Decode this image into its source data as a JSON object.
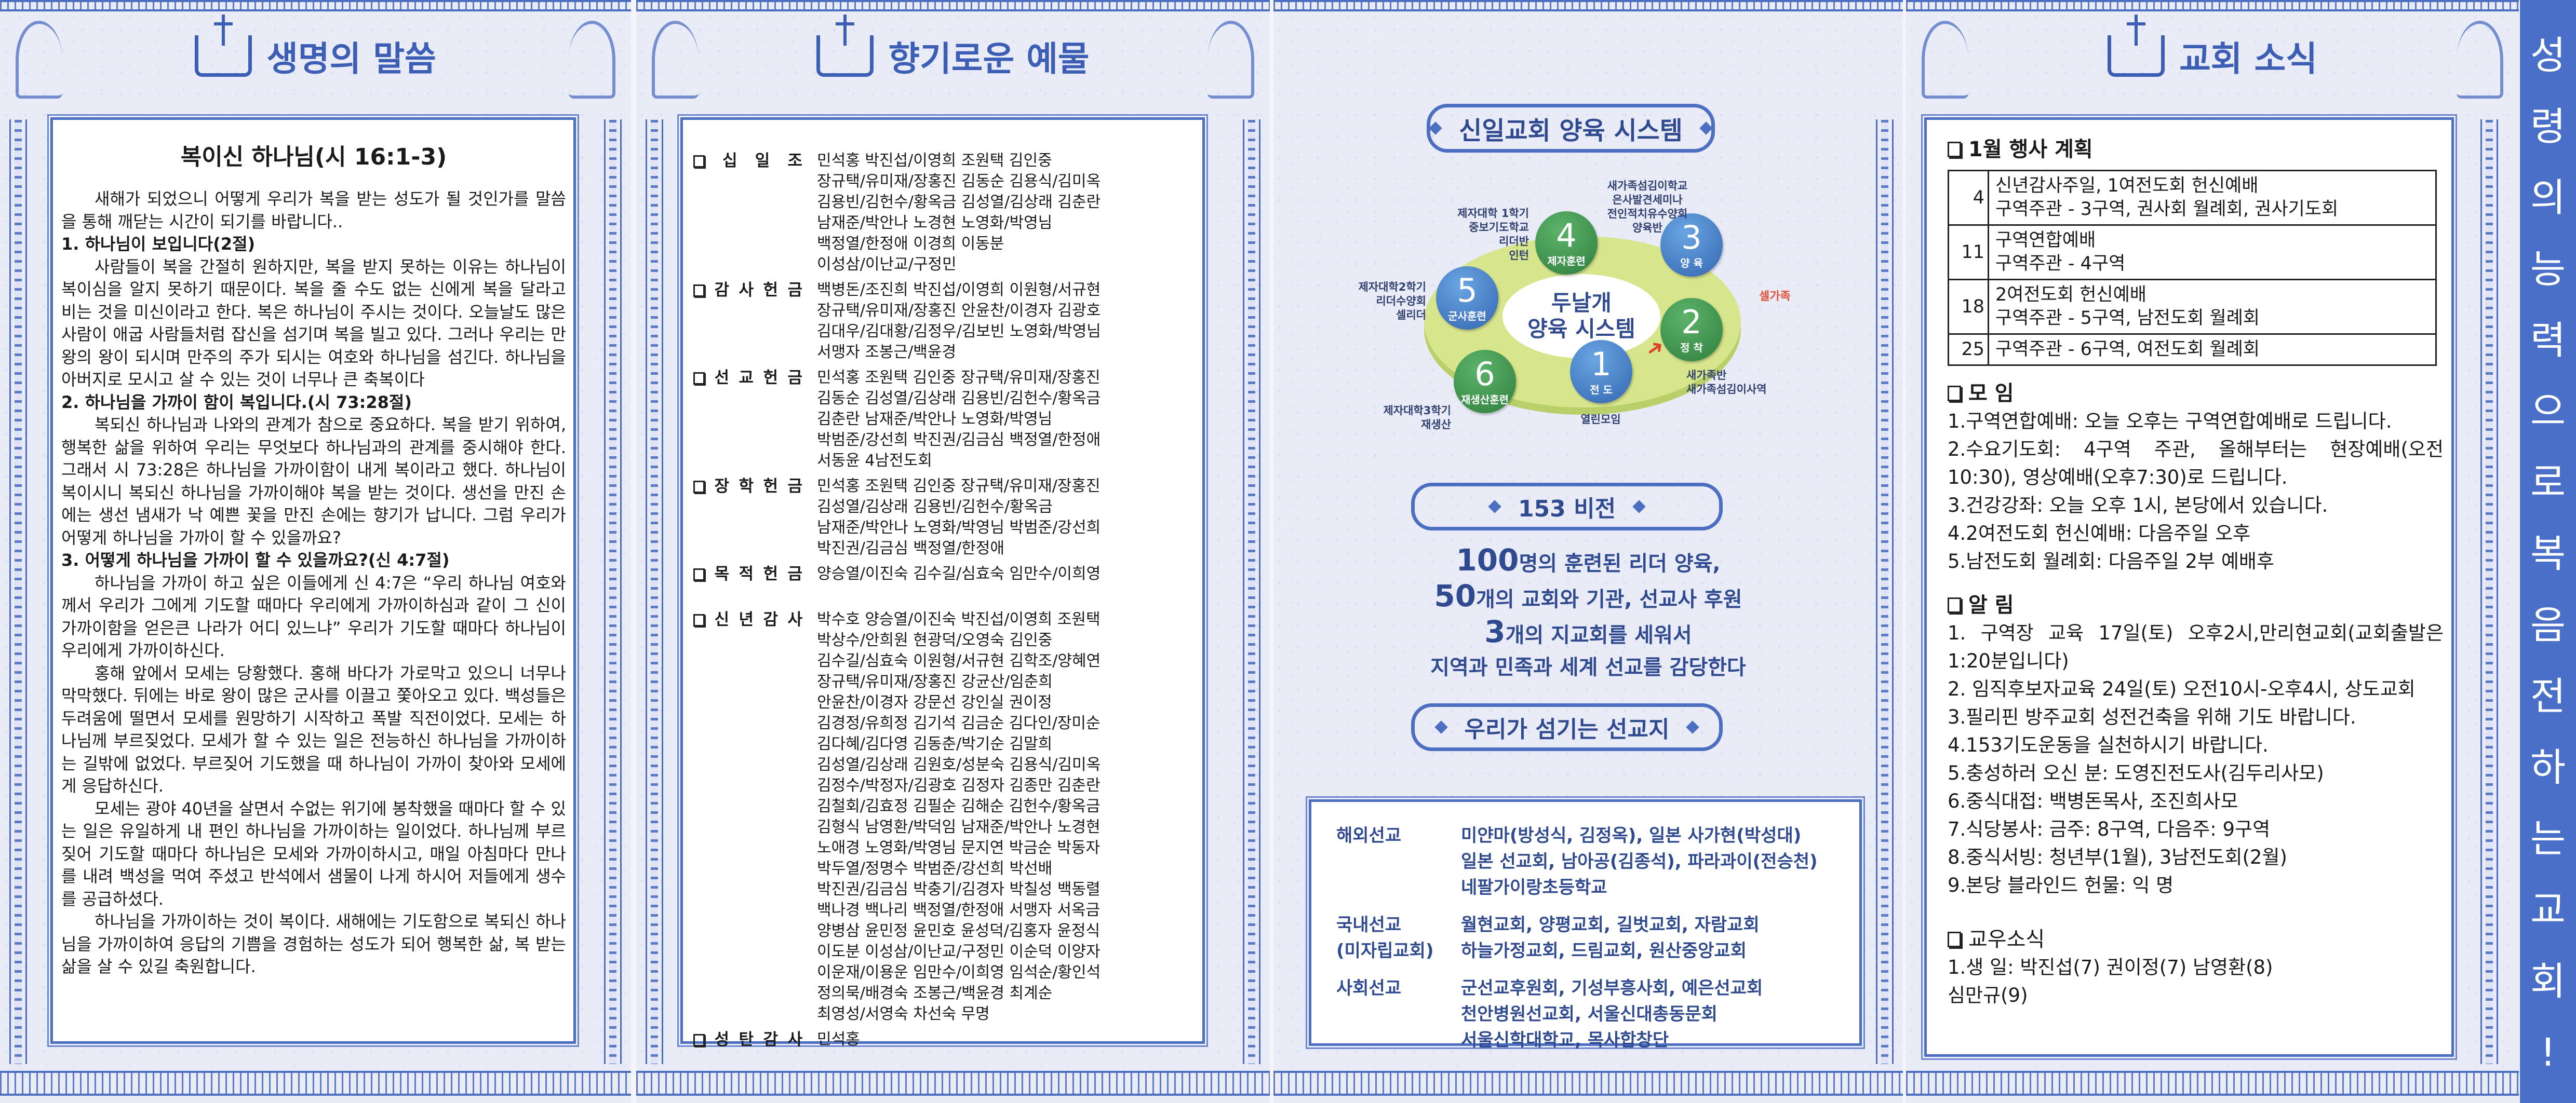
{
  "panel1": {
    "header": "생명의 말씀",
    "sermon_title": "복이신 하나님(시 16:1-3)",
    "blocks": [
      {
        "type": "p",
        "text": "새해가 되었으니 어떻게 우리가 복을 받는 성도가 될 것인가를 말씀을 통해 깨닫는 시간이 되기를 바랍니다.."
      },
      {
        "type": "h",
        "text": "1. 하나님이 보입니다(2절)"
      },
      {
        "type": "p",
        "text": "사람들이 복을 간절히 원하지만, 복을 받지 못하는 이유는 하나님이 복이심을 알지 못하기 때문이다. 복을 줄 수도 없는 신에게 복을 달라고 비는 것을 미신이라고 한다. 복은 하나님이 주시는 것이다. 오늘날도 많은 사람이 애굽 사람들처럼 잡신을 섬기며 복을 빌고 있다. 그러나 우리는 만왕의 왕이 되시며 만주의 주가 되시는 여호와 하나님을 섬긴다. 하나님을 아버지로 모시고 살 수 있는 것이 너무나 큰 축복이다"
      },
      {
        "type": "h",
        "text": "2. 하나님을 가까이 함이 복입니다.(시 73:28절)"
      },
      {
        "type": "p",
        "text": "복되신 하나님과 나와의 관계가 참으로 중요하다. 복을 받기 위하여, 행복한 삶을 위하여 우리는 무엇보다 하나님과의 관계를 중시해야 한다. 그래서 시 73:28은 하나님을 가까이함이 내게 복이라고 했다. 하나님이 복이시니 복되신 하나님을 가까이해야 복을 받는 것이다. 생선을 만진 손에는 생선 냄새가 낙 예쁜 꽃을 만진 손에는 향기가 납니다. 그럼 우리가 어떻게 하나님을 가까이 할 수 있을까요?"
      },
      {
        "type": "h",
        "text": "3. 어떻게 하나님을 가까이 할 수 있을까요?(신 4:7절)"
      },
      {
        "type": "p",
        "text": "하나님을 가까이 하고 싶은 이들에게 신 4:7은 “우리 하나님 여호와께서 우리가 그에게 기도할 때마다 우리에게 가까이하심과 같이 그 신이 가까이함을 얻은큰 나라가 어디 있느냐” 우리가 기도할 때마다 하나님이 우리에게 가까이하신다."
      },
      {
        "type": "p",
        "text": "홍해 앞에서 모세는 당황했다. 홍해 바다가 가로막고 있으니 너무나 막막했다. 뒤에는 바로 왕이 많은 군사를 이끌고 쫓아오고 있다. 백성들은 두려움에 떨면서 모세를 원망하기 시작하고 폭발 직전이었다. 모세는 하나님께 부르짖었다. 모세가 할 수 있는 일은 전능하신 하나님을 가까이하는 길밖에 없었다. 부르짖어 기도했을 때 하나님이 가까이 찾아와 모세에게 응답하신다."
      },
      {
        "type": "p",
        "text": "모세는 광야 40년을 살면서 수없는 위기에 봉착했을 때마다 할 수 있는 일은 유일하게 내 편인 하나님을 가까이하는 일이었다. 하나님께 부르짖어 기도할 때마다 하나님은 모세와 가까이하시고, 매일 아침마다 만나를 내려 백성을 먹여 주셨고 반석에서 샘물이 나게 하시어 저들에게 생수를 공급하셨다."
      },
      {
        "type": "p",
        "text": "하나님을 가까이하는 것이 복이다. 새해에는 기도함으로 복되신 하나님을 가까이하여 응답의 기쁨을 경험하는 성도가 되어 행복한 삶, 복 받는 삶을 살 수 있길 축원합니다."
      }
    ]
  },
  "panel2": {
    "header": "향기로운 예물",
    "sections": [
      {
        "label": "십 일 조",
        "lines": [
          "민석홍 박진섭/이영희 조원택 김인중",
          "장규택/유미재/장홍진 김동순 김용식/김미옥",
          "김용빈/김헌수/황옥금 김성열/김상래 김춘란",
          "남재준/박안나 노경현 노영화/박영님",
          "백정열/한정애 이경희 이동분",
          "이성삼/이난교/구정민"
        ]
      },
      {
        "label": "감 사 헌 금",
        "lines": [
          "백병돈/조진희 박진섭/이영희 이원형/서규현",
          "장규택/유미재/장홍진 안윤찬/이경자 김광호",
          "김대우/김대황/김정우/김보빈 노영화/박영님",
          "서맹자 조봉근/백윤경"
        ]
      },
      {
        "label": "선 교 헌 금",
        "lines": [
          "민석홍 조원택 김인중 장규택/유미재/장홍진",
          "김동순 김성열/김상래 김용빈/김헌수/황옥금",
          "김춘란 남재준/박안나 노영화/박영님",
          "박범준/강선희 박진권/김금심 백정열/한정애",
          "서동윤 4남전도회"
        ]
      },
      {
        "label": "장 학 헌 금",
        "lines": [
          "민석홍 조원택 김인중 장규택/유미재/장홍진",
          "김성열/김상래 김용빈/김헌수/황옥금",
          "남재준/박안나 노영화/박영님 박범준/강선희",
          "박진권/김금심 백정열/한정애"
        ]
      },
      {
        "label": "목 적 헌 금",
        "lines": [
          "양승열/이진숙 김수길/심효숙 임만수/이희영"
        ]
      },
      {
        "label": "신 년 감 사",
        "lines": [
          "박수호 양승열/이진숙 박진섭/이영희 조원택",
          "박상수/안희원 현광덕/오영숙 김인중",
          "김수길/심효숙 이원형/서규현 김학조/양혜연",
          "장규택/유미재/장홍진 강균산/임춘희",
          "안윤찬/이경자 강문선 강인실 권이정",
          "김경정/유희정 김기석 김금순 김다인/장미순",
          "김다혜/김다영 김동춘/박기순 김말희",
          "김성열/김상래 김원호/성분숙 김용식/김미옥",
          "김정수/박정자/김광호 김정자 김종만 김춘란",
          "김철회/김효정 김필순 김해순 김헌수/황옥금",
          "김형식 남영환/박덕임 남재준/박안나 노경현",
          "노애경 노영화/박영님 문지연 박금순 박동자",
          "박두열/정명수 박범준/강선희 박선배",
          "박진권/김금심 박충기/김경자 박칠성 백동렬",
          "백나경 백나리 백정열/한정애 서맹자 서옥금",
          "양병삼 윤민정 윤민호 윤성덕/김홍자 윤정식",
          "이도분 이성삼/이난교/구정민 이순덕 이양자",
          "이운재/이용운 임만수/이희영 임석순/황인석",
          "정의묵/배경숙 조봉근/백윤경 최계순",
          "최영성/서영숙 차선숙 무명"
        ]
      },
      {
        "label": "성 탄 감 사",
        "lines": [
          "민석홍"
        ]
      }
    ]
  },
  "panel3": {
    "system_title": "신일교회 양육 시스템",
    "center_line1": "두날개",
    "center_line2": "양육 시스템",
    "cell_family": "셀가족",
    "nodes": [
      {
        "num": "1",
        "label": "전 도",
        "desc": [
          "열린모임"
        ]
      },
      {
        "num": "2",
        "label": "정 착",
        "desc": [
          "새가족반",
          "새가족섬김이사역"
        ]
      },
      {
        "num": "3",
        "label": "양 육",
        "desc": [
          "새가족섬김이학교",
          "은사발견세미나",
          "전인적치유수양회",
          "양육반"
        ]
      },
      {
        "num": "4",
        "label": "제자훈련",
        "desc": [
          "제자대학 1학기",
          "중보기도학교",
          "리더반",
          "인턴"
        ]
      },
      {
        "num": "5",
        "label": "군사훈련",
        "desc": [
          "제자대학2학기",
          "리더수양회",
          "셀리더"
        ]
      },
      {
        "num": "6",
        "label": "재생산훈련",
        "desc": [
          "제자대학3학기",
          "재생산"
        ]
      }
    ],
    "vision_title": "153 비전",
    "vision_lines": [
      {
        "num": "100",
        "text": "명의 훈련된 리더 양육,"
      },
      {
        "num": "50",
        "text": "개의 교회와 기관, 선교사 후원"
      },
      {
        "num": "3",
        "text": "개의 지교회를 세워서"
      },
      {
        "num": "",
        "text": "지역과 민족과 세계 선교를 감당한다"
      }
    ],
    "mission_title": "우리가 섬기는 선교지",
    "missions": [
      {
        "category": [
          "해외선교"
        ],
        "lines": [
          "미얀마(방성식, 김정옥), 일본 사가현(박성대)",
          "일본 선교회, 남아공(김종석), 파라과이(전승천)",
          "네팔가이랑초등학교"
        ]
      },
      {
        "category": [
          "국내선교",
          "(미자립교회)"
        ],
        "lines": [
          "월현교회, 양평교회, 길벗교회, 자람교회",
          "하늘가정교회, 드림교회, 원산중앙교회"
        ]
      },
      {
        "category": [
          "사회선교"
        ],
        "lines": [
          "군선교후원회, 기성부흥사회, 예은선교회",
          "천안병원선교회, 서울신대총동문회",
          "서울신학대학교, 목사합창단"
        ]
      }
    ]
  },
  "panel4": {
    "header": "교회 소식",
    "events_title": "1월 행사 계획",
    "events": [
      {
        "day": "4",
        "lines": [
          "신년감사주일, 1여전도회 헌신예배",
          "구역주관 - 3구역, 권사회 월례회, 권사기도회"
        ]
      },
      {
        "day": "11",
        "lines": [
          "구역연합예배",
          "구역주관 - 4구역"
        ]
      },
      {
        "day": "18",
        "lines": [
          "2여전도회 헌신예배",
          "구역주관 - 5구역, 남전도회 월례회"
        ]
      },
      {
        "day": "25",
        "lines": [
          "구역주관 - 6구역, 여전도회 월례회"
        ]
      }
    ],
    "meetings_title": "모  임",
    "meetings": [
      "1.구역연합예배: 오늘 오후는 구역연합예배로 드립니다.",
      "2.수요기도회: 4구역 주관, 올해부터는 현장예배(오전10:30), 영상예배(오후7:30)로 드립니다.",
      "3.건강강좌: 오늘 오후 1시, 본당에서 있습니다.",
      "4.2여전도회 헌신예배: 다음주일 오후",
      "5.남전도회 월례회: 다음주일 2부 예배후"
    ],
    "notices_title": "알  림",
    "notices": [
      "1. 구역장 교육 17일(토) 오후2시,만리현교회(교회출발은 1:20분입니다)",
      "2. 임직후보자교육 24일(토) 오전10시-오후4시, 상도교회",
      "3.필리핀 방주교회 성전건축을 위해 기도 바랍니다.",
      "4.153기도운동을 실천하시기 바랍니다.",
      "5.충성하러 오신 분: 도영진전도사(김두리사모)",
      "6.중식대접: 백병돈목사, 조진희사모",
      "7.식당봉사: 금주: 8구역, 다음주: 9구역",
      "8.중식서빙: 청년부(1월), 3남전도회(2월)",
      "9.본당 블라인드 헌물: 익 명"
    ],
    "members_title": "교우소식",
    "members": [
      "1.생  일: 박진섭(7) 권이정(7) 남영환(8)",
      "  심만규(9)"
    ]
  },
  "banner": "성령의 능력으로 복음 전하는 교회!",
  "colors": {
    "frame": "#4d6fc2",
    "heading": "#3d5eb5",
    "banner": "#4a6fc8",
    "node_blue": "#3366b0",
    "node_green": "#2f7f3e",
    "ring": "#d7e68c",
    "accent_red": "#e0503a"
  }
}
